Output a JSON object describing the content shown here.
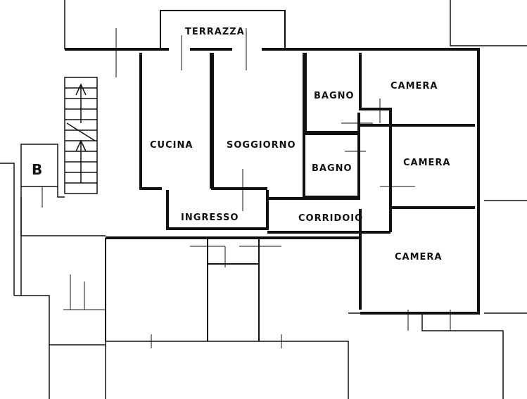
{
  "plan": {
    "rooms": {
      "terrazza": "TERRAZZA",
      "cucina": "CUCINA",
      "soggiorno": "SOGGIORNO",
      "bagno_1": "BAGNO",
      "bagno_2": "BAGNO",
      "camera_1": "CAMERA",
      "camera_2": "CAMERA",
      "camera_3": "CAMERA",
      "ingresso": "INGRESSO",
      "corridoio": "CORRIDOIO",
      "box_b": "B"
    },
    "line_color": "#111111",
    "background": "#ffffff"
  }
}
